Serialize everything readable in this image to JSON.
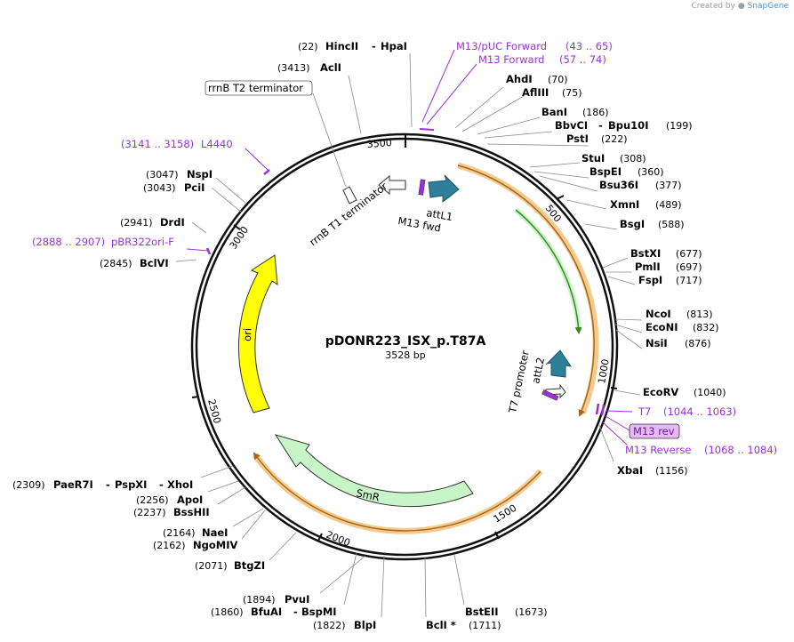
{
  "credit": {
    "prefix": "Created by",
    "brand": "SnapGene"
  },
  "plasmid": {
    "name": "pDONR223_ISX_p.T87A",
    "size_label": "3528 bp",
    "length": 3528
  },
  "colors": {
    "primer": "#9b30d9",
    "cds_highlight": "#f2c27a",
    "cds_line": "#a9671b",
    "ori": "#ffff00",
    "smr": "#c8f5c8",
    "att": "#2e7f99",
    "prim_box": "#e6b8f5"
  },
  "ticks": [
    {
      "bp": 500,
      "label": "500"
    },
    {
      "bp": 1000,
      "label": "1000"
    },
    {
      "bp": 1500,
      "label": "1500"
    },
    {
      "bp": 2000,
      "label": "2000"
    },
    {
      "bp": 2500,
      "label": "2500"
    },
    {
      "bp": 3000,
      "label": "3000"
    },
    {
      "bp": 3500,
      "label": "3500"
    }
  ],
  "sites": [
    {
      "pos": "(22)",
      "name": "HincII",
      "name2": "HpaI"
    },
    {
      "pos": "(3413)",
      "name": "AclI"
    },
    {
      "pos": "(70)",
      "name": "AhdI"
    },
    {
      "pos": "(75)",
      "name": "AflIII"
    },
    {
      "pos": "(186)",
      "name": "BanI"
    },
    {
      "pos": "(199)",
      "name": "BbvCI",
      "name2": "Bpu10I"
    },
    {
      "pos": "(222)",
      "name": "PstI"
    },
    {
      "pos": "(308)",
      "name": "StuI"
    },
    {
      "pos": "(360)",
      "name": "BspEI"
    },
    {
      "pos": "(377)",
      "name": "Bsu36I"
    },
    {
      "pos": "(489)",
      "name": "XmnI"
    },
    {
      "pos": "(588)",
      "name": "BsgI"
    },
    {
      "pos": "(677)",
      "name": "BstXI"
    },
    {
      "pos": "(697)",
      "name": "PmlI"
    },
    {
      "pos": "(717)",
      "name": "FspI"
    },
    {
      "pos": "(813)",
      "name": "NcoI"
    },
    {
      "pos": "(832)",
      "name": "EcoNI"
    },
    {
      "pos": "(876)",
      "name": "NsiI"
    },
    {
      "pos": "(1040)",
      "name": "EcoRV"
    },
    {
      "pos": "(1156)",
      "name": "XbaI"
    },
    {
      "pos": "(1673)",
      "name": "BstEII"
    },
    {
      "pos": "(1711)",
      "name": "BclI *"
    },
    {
      "pos": "(1822)",
      "name": "BlpI"
    },
    {
      "pos": "(1860)",
      "name": "BfuAI",
      "name2": "BspMI"
    },
    {
      "pos": "(1894)",
      "name": "PvuI"
    },
    {
      "pos": "(2071)",
      "name": "BtgZI"
    },
    {
      "pos": "(2162)",
      "name": "NgoMIV"
    },
    {
      "pos": "(2164)",
      "name": "NaeI"
    },
    {
      "pos": "(2237)",
      "name": "BssHII"
    },
    {
      "pos": "(2256)",
      "name": "ApoI"
    },
    {
      "pos": "(2309)",
      "name": "PaeR7I",
      "name2": "PspXI",
      "name3": "XhoI"
    },
    {
      "pos": "(2845)",
      "name": "BclVI"
    },
    {
      "pos": "(2941)",
      "name": "DrdI"
    },
    {
      "pos": "(3043)",
      "name": "PciI"
    },
    {
      "pos": "(3047)",
      "name": "NspI"
    }
  ],
  "primers": [
    {
      "name": "M13/pUC Forward",
      "range": "(43 .. 65)"
    },
    {
      "name": "M13 Forward",
      "range": "(57 .. 74)"
    },
    {
      "name": "L4440",
      "range": "(3141 .. 3158)"
    },
    {
      "name": "pBR322ori-F",
      "range": "(2888 .. 2907)"
    },
    {
      "name": "T7",
      "range": "(1044 .. 1063)"
    },
    {
      "name": "M13 rev",
      "range": ""
    },
    {
      "name": "M13 Reverse",
      "range": "(1068 .. 1084)"
    }
  ],
  "features": {
    "rrnb_t2": "rrnB T2 terminator",
    "rrnb_t1": "rrnB T1 terminator",
    "attl1": "attL1",
    "m13_fwd": "M13 fwd",
    "t7_promoter": "T7 promoter",
    "attl2": "attL2",
    "ori": "ori",
    "smr": "SmR"
  }
}
